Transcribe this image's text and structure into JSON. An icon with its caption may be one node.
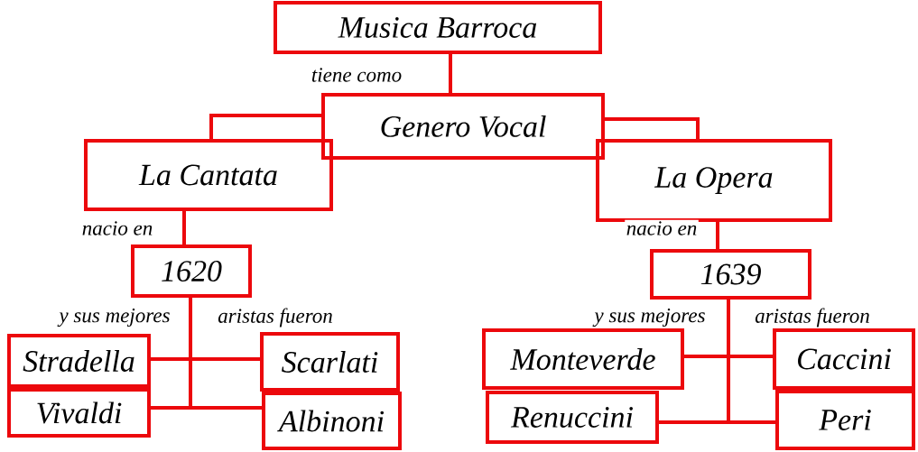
{
  "diagram": {
    "nodes": [
      {
        "text": [
          "Musica Barroca"
        ]
      },
      {
        "text": [
          "Genero Vocal"
        ]
      },
      {
        "text": [
          "La Cantata"
        ]
      },
      {
        "text": [
          "La Opera"
        ]
      },
      {
        "text": [
          "1620"
        ]
      },
      {
        "text": [
          "1639"
        ]
      },
      {
        "text": [
          "Stradella"
        ]
      },
      {
        "text": [
          "Scarlati"
        ]
      },
      {
        "text": [
          "Vivaldi"
        ]
      },
      {
        "text": [
          "Albinoni"
        ]
      },
      {
        "text": [
          "Monteverde"
        ]
      },
      {
        "text": [
          "Caccini"
        ]
      },
      {
        "text": [
          "Renuccini"
        ]
      },
      {
        "text": [
          "Peri"
        ]
      }
    ],
    "edges": [
      {
        "from": 0,
        "to": 1,
        "arrow": "none",
        "label": "tiene como"
      },
      {
        "from": 1,
        "to": 2,
        "arrow": "none"
      },
      {
        "from": 1,
        "to": 3,
        "arrow": "none"
      },
      {
        "from": 2,
        "to": 4,
        "arrow": "none",
        "label": "nacio en"
      },
      {
        "from": 3,
        "to": 5,
        "arrow": "none",
        "label": "nacio en"
      },
      {
        "from": 4,
        "to": 6,
        "arrow": "none",
        "label": "y sus mejores"
      },
      {
        "from": 4,
        "to": 7,
        "arrow": "none",
        "label": "aristas fueron"
      },
      {
        "from": 4,
        "to": 8,
        "arrow": "none"
      },
      {
        "from": 4,
        "to": 9,
        "arrow": "none"
      },
      {
        "from": 5,
        "to": 10,
        "arrow": "none",
        "label": "y sus mejores"
      },
      {
        "from": 5,
        "to": 11,
        "arrow": "none",
        "label": "aristas fueron"
      },
      {
        "from": 5,
        "to": 12,
        "arrow": "none"
      },
      {
        "from": 5,
        "to": 13,
        "arrow": "none"
      }
    ]
  }
}
